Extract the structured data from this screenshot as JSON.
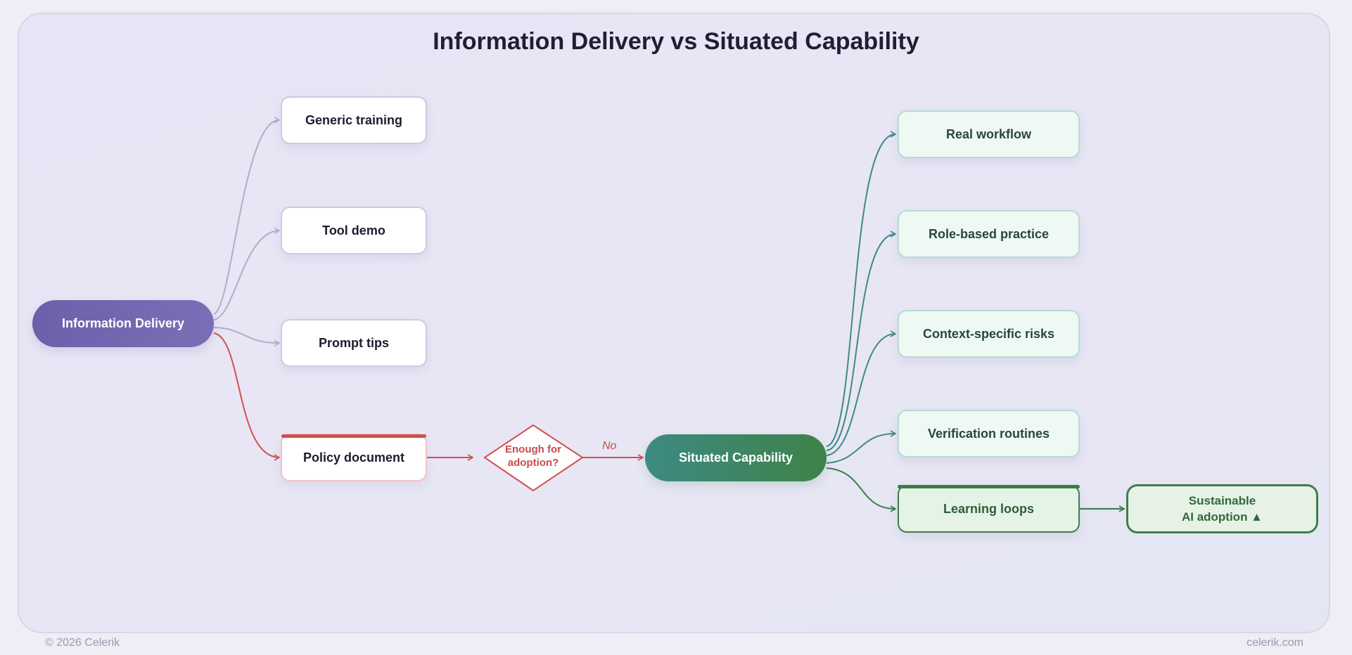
{
  "title": "Information Delivery vs Situated Capability",
  "nodes": {
    "information_delivery": "Information Delivery",
    "generic_training": "Generic training",
    "tool_demo": "Tool demo",
    "prompt_tips": "Prompt tips",
    "policy_document": "Policy document",
    "decision_line1": "Enough for",
    "decision_line2": "adoption?",
    "situated_capability": "Situated Capability",
    "real_workflow": "Real workflow",
    "role_based_practice": "Role-based practice",
    "context_specific_risks": "Context-specific risks",
    "verification_routines": "Verification routines",
    "learning_loops": "Learning loops",
    "outcome_line1": "Sustainable",
    "outcome_line2": "AI adoption ▲"
  },
  "edge_labels": {
    "decision_no": "No"
  },
  "colors": {
    "start_node": "#6e5fab",
    "capability_node": "#3f8248",
    "warning": "#d05050",
    "gray_edge": "#b3acc9",
    "teal_edge": "#3e8a84",
    "green_edge": "#3f7e4a"
  },
  "footer": {
    "copyright": "© 2026 Celerik",
    "site": "celerik.com"
  }
}
